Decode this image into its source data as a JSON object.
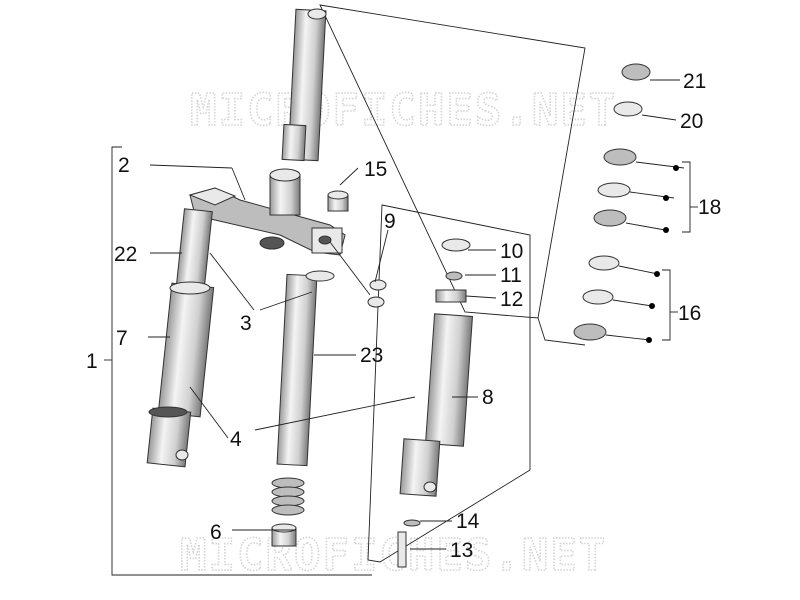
{
  "watermark": "MICROFICHES.NET",
  "callouts": [
    "1",
    "2",
    "3",
    "4",
    "6",
    "7",
    "8",
    "9",
    "10",
    "11",
    "12",
    "13",
    "14",
    "15",
    "16",
    "18",
    "20",
    "21",
    "22",
    "23"
  ],
  "colors": {
    "line": "#222222",
    "part_light": "#e9e9e9",
    "part_mid": "#bdbdbd",
    "part_dark": "#555555",
    "watermark": "#d4d4d4"
  }
}
